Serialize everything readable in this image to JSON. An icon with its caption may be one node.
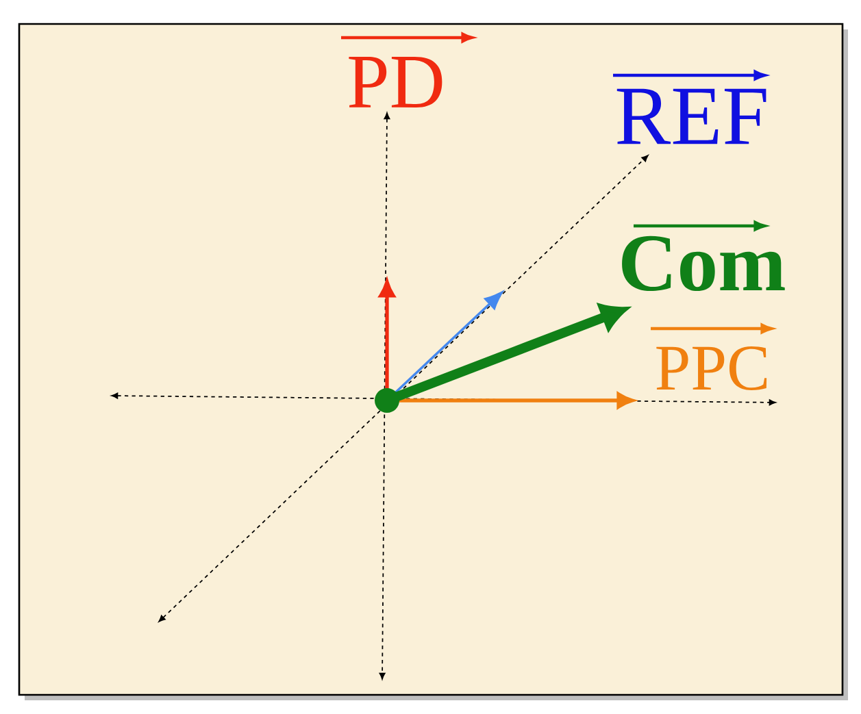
{
  "diagram": {
    "labels": [
      "PD",
      "REF",
      "Com",
      "PPC"
    ]
  }
}
